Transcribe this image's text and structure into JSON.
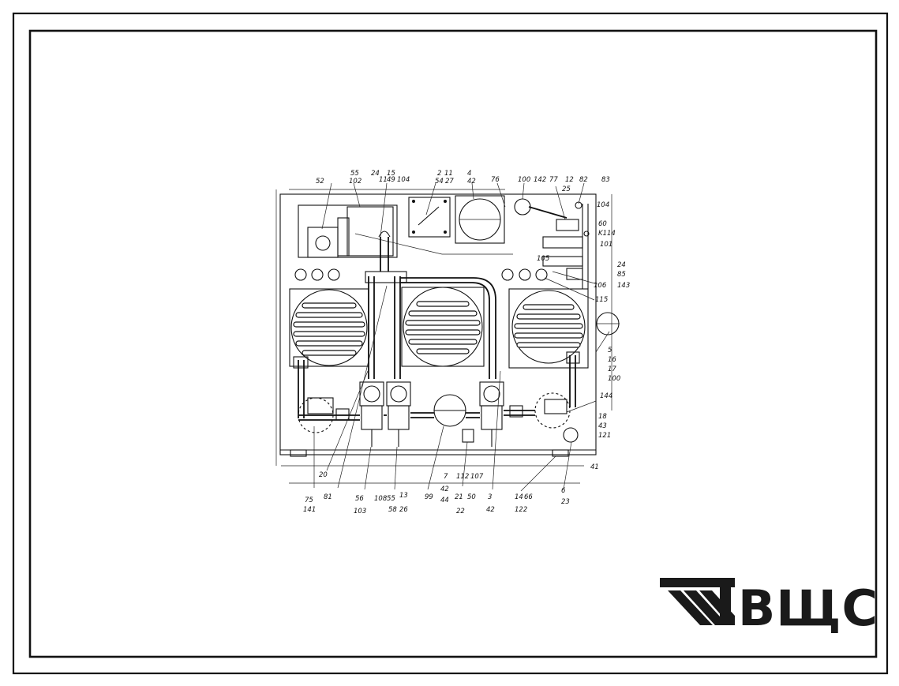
{
  "logo": {
    "brand_text": "ВЩС",
    "mark_icon": "triple-bar-t-logo-icon"
  },
  "labels_top": [
    "52",
    "55",
    "102",
    "24",
    "11",
    "15",
    "49",
    "104",
    "2",
    "11",
    "54",
    "27",
    "4",
    "42",
    "76",
    "100",
    "142",
    "77",
    "12",
    "25",
    "82",
    "83",
    "104"
  ],
  "labels_right": [
    "60",
    "K114",
    "101",
    "105",
    "24",
    "85",
    "143",
    "106",
    "115",
    "5",
    "16",
    "17",
    "100",
    "144",
    "18",
    "43",
    "121",
    "41",
    "6",
    "23"
  ],
  "labels_bottom": [
    "20",
    "75",
    "141",
    "81",
    "56",
    "103",
    "108",
    "55",
    "13",
    "58",
    "26",
    "99",
    "7",
    "42",
    "44",
    "112",
    "107",
    "21",
    "50",
    "22",
    "3",
    "42",
    "14",
    "66",
    "122"
  ]
}
